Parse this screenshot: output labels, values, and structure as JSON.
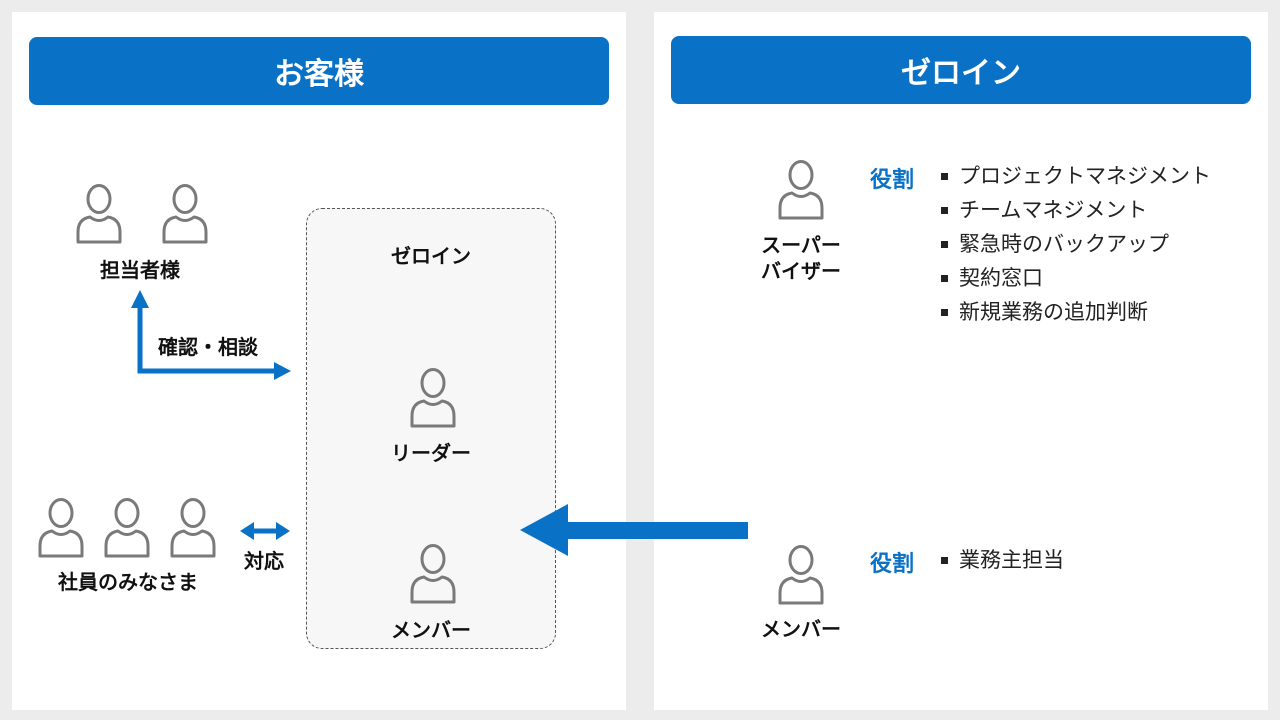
{
  "left_panel": {
    "header": "お客様",
    "person_in_charge": "担当者様",
    "confirm_consult": "確認・相談",
    "employees": "社員のみなさま",
    "respond": "対応",
    "zeroin_box": {
      "title": "ゼロイン",
      "leader": "リーダー",
      "member": "メンバー"
    }
  },
  "right_panel": {
    "header": "ゼロイン",
    "supervisor": {
      "name_line1": "スーパー",
      "name_line2": "バイザー",
      "role_label": "役割",
      "roles": [
        "プロジェクトマネジメント",
        "チームマネジメント",
        "緊急時のバックアップ",
        "契約窓口",
        "新規業務の追加判断"
      ]
    },
    "member": {
      "name": "メンバー",
      "role_label": "役割",
      "roles": [
        "業務主担当"
      ]
    }
  },
  "colors": {
    "accent": "#0a72c6",
    "icon_stroke": "#7a7a7a",
    "background": "#ececec",
    "panel": "#ffffff"
  },
  "icon_name": "person-outline-icon"
}
